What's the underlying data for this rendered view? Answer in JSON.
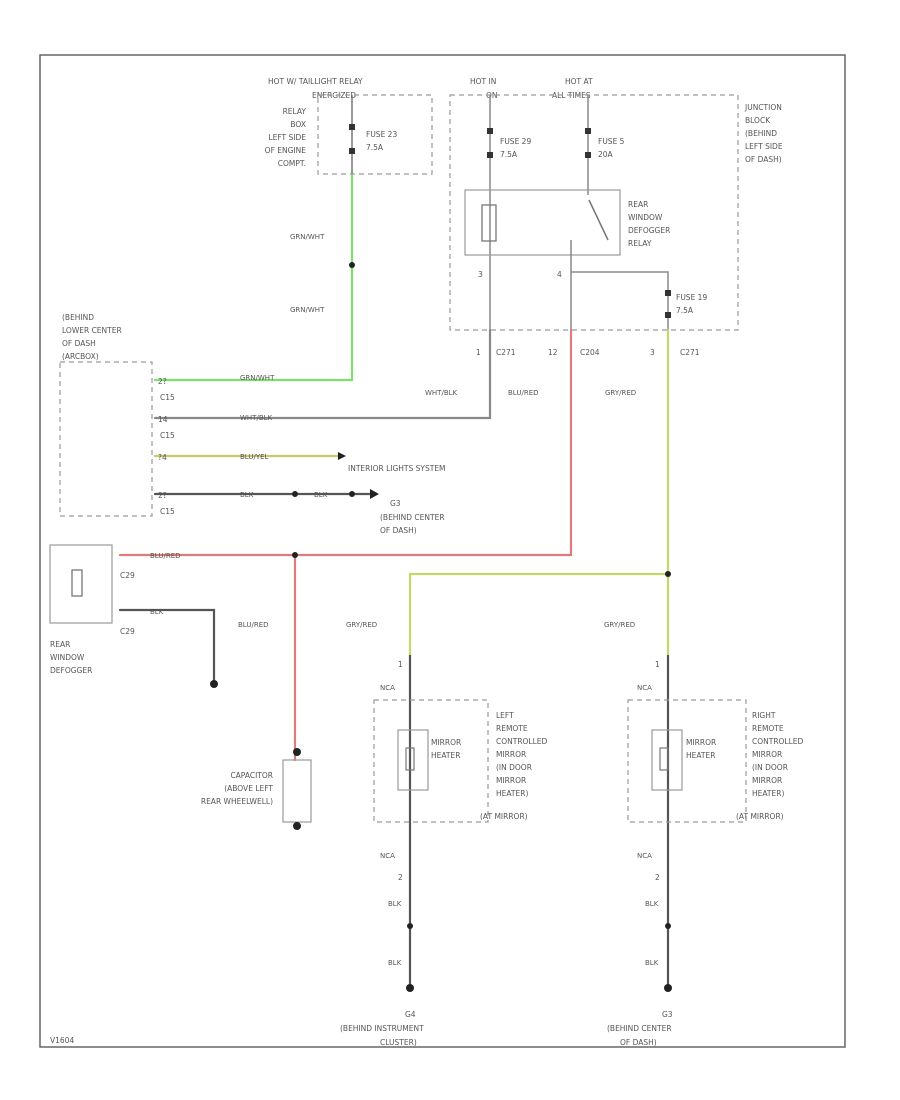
{
  "colors": {
    "grn_wht": "#7ede6e",
    "wht_blk": "#8a8a8a",
    "blu_yel": "#c9c96a",
    "blk": "#555555",
    "blu_red": "#e07b7b",
    "gry_red": "#c4d86a"
  },
  "top": {
    "hot_taillight": "HOT W/ TAILLIGHT RELAY",
    "hot_taillight_2": "ENERGIZED",
    "relay_box": [
      "RELAY",
      "BOX",
      "LEFT SIDE",
      "OF ENGINE",
      "COMPT."
    ],
    "fuse_23": [
      "FUSE 23",
      "7.5A"
    ],
    "hot_in": "HOT IN",
    "hot_in_2": "ON",
    "hot_at": "HOT AT",
    "hot_at_2": "ALL TIMES",
    "fuse_29": [
      "FUSE 29",
      "7.5A"
    ],
    "fuse_5": [
      "FUSE 5",
      "20A"
    ],
    "junction_block": [
      "JUNCTION",
      "BLOCK",
      "(BEHIND",
      "LEFT SIDE",
      "OF DASH)"
    ],
    "relay_label": [
      "REAR",
      "WINDOW",
      "DEFOGGER",
      "RELAY"
    ],
    "fuse_19": [
      "FUSE 19",
      "7.5A"
    ],
    "pin_3": "3",
    "pin_4": "4"
  },
  "connectors": {
    "c271_1": "1",
    "c271": "C271",
    "c204_12": "12",
    "c204": "C204",
    "c271_3": "3",
    "c271b": "C271"
  },
  "wires": {
    "grn_wht_1": "GRN/WHT",
    "grn_wht_2": "GRN/WHT",
    "grn_wht_3": "GRN/WHT",
    "wht_blk_1": "WHT/BLK",
    "wht_blk_2": "WHT/BLK",
    "blu_red_1": "BLU/RED",
    "blu_red_2": "BLU/RED",
    "blu_red_3": "BLU/RED",
    "gry_red_1": "GRY/RED",
    "gry_red_2": "GRY/RED",
    "gry_red_3": "GRY/RED",
    "blu_yel": "BLU/YEL",
    "blk_1": "BLK",
    "blk_2": "BLK",
    "blk_mid": "BLK",
    "blk_l1": "BLK",
    "blk_l2": "BLK",
    "blk_r1": "BLK",
    "blk_r2": "BLK",
    "nca_l1": "NCA",
    "nca_l2": "NCA",
    "nca_r1": "NCA",
    "nca_r2": "NCA"
  },
  "left": {
    "module_label": [
      "(BEHIND",
      "LOWER CENTER",
      "OF DASH",
      "(ARCBOX)"
    ],
    "c15_1": "C15",
    "c15_2": "C15",
    "c15_3": "C15",
    "pin_a": "2?",
    "pin_b": "14",
    "pin_c": "?4",
    "pin_d": "2?",
    "pin_e": "?",
    "interior_lights": "INTERIOR LIGHTS SYSTEM",
    "g3": "G3",
    "g3_loc": [
      "(BEHIND CENTER",
      "OF DASH)"
    ],
    "defogger_label": [
      "REAR",
      "WINDOW",
      "DEFOGGER"
    ],
    "c29_1": "C29",
    "c29_2": "C29",
    "capacitor": [
      "CAPACITOR",
      "(ABOVE LEFT",
      "REAR WHEELWELL)"
    ]
  },
  "mirrors": {
    "left_heater": [
      "MIRROR",
      "HEATER"
    ],
    "left_label": [
      "LEFT",
      "REMOTE",
      "CONTROLLED",
      "MIRROR",
      "(IN DOOR",
      "MIRROR",
      "HEATER)",
      "(AT MIRROR)"
    ],
    "right_heater": [
      "MIRROR",
      "HEATER"
    ],
    "right_label": [
      "RIGHT",
      "REMOTE",
      "CONTROLLED",
      "MIRROR",
      "(IN DOOR",
      "MIRROR",
      "HEATER)",
      "(AT MIRROR)"
    ],
    "pin_l1": "1",
    "pin_l2": "2",
    "pin_r1": "1",
    "pin_r2": "2",
    "g_left": "G4",
    "g_left_loc": [
      "(BEHIND INSTRUMENT",
      "CLUSTER)"
    ],
    "g_right": "G3",
    "g_right_loc": [
      "(BEHIND CENTER",
      "OF DASH)"
    ]
  },
  "footer": {
    "code": "V1604"
  }
}
